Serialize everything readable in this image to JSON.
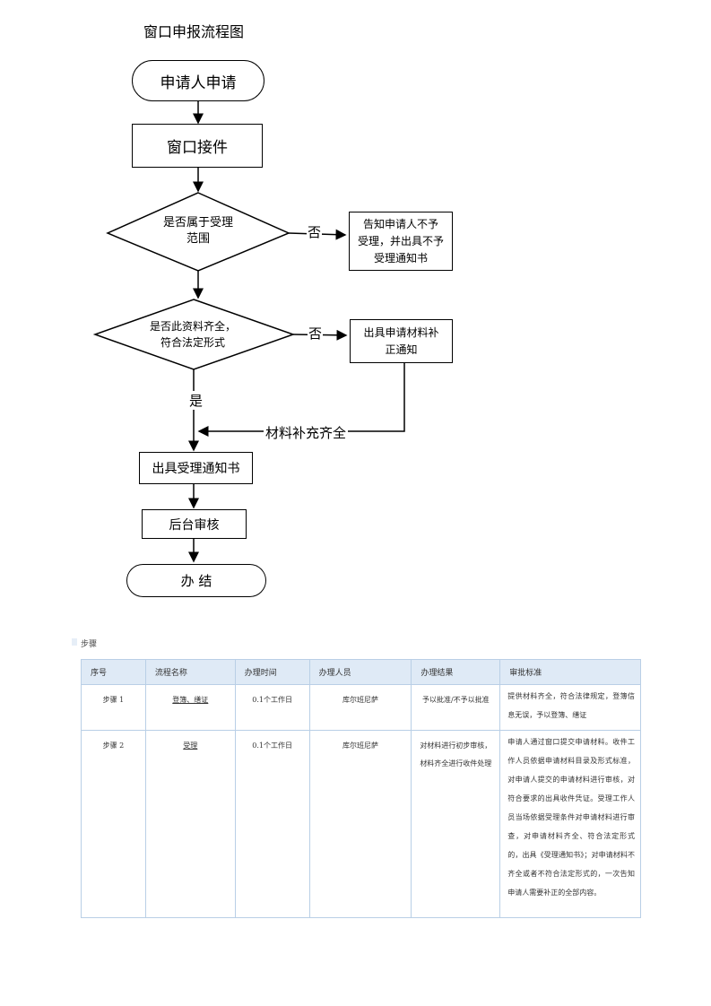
{
  "title": "窗口申报流程图",
  "flowchart": {
    "start": "申请人申请",
    "step_receive": "窗口接件",
    "decision1": {
      "line1": "是否属于受理",
      "line2": "范围"
    },
    "no1_label": "否",
    "reject_box": {
      "line1": "告知申请人不予",
      "line2": "受理，并出具不予",
      "line3": "受理通知书"
    },
    "decision2": {
      "line1": "是否此资料齐全，",
      "line2": "符合法定形式"
    },
    "no2_label": "否",
    "supplement_box": {
      "line1": "出具申请材料补",
      "line2": "正通知"
    },
    "yes_label": "是",
    "supplement_return": "材料补充齐全",
    "issue_notice": "出具受理通知书",
    "backend_review": "后台审核",
    "end": "办 结"
  },
  "section_title": "步骤",
  "table": {
    "headers": [
      "序号",
      "流程名称",
      "办理时间",
      "办理人员",
      "办理结果",
      "审批标准"
    ],
    "rows": [
      {
        "seq": "步骤 1",
        "name": "登簿、缮证",
        "time": "0.1个工作日",
        "person": "库尔班尼萨",
        "result": "予以批准/不予以批准",
        "standard": "提供材料齐全，符合法律规定，登簿信息无误，予以登簿、缮证"
      },
      {
        "seq": "步骤 2",
        "name": "受理",
        "time": "0.1个工作日",
        "person": "库尔班尼萨",
        "result": "对材料进行初步审核，材料齐全进行收件处理",
        "standard": "申请人通过窗口提交申请材料。收件工作人员依据申请材料目录及形式标准，对申请人提交的申请材料进行审核，对符合要求的出具收件凭证。受理工作人员当场依据受理条件对申请材料进行审查，对申请材料齐全、符合法定形式的，出具《受理通知书》；对申请材料不齐全或者不符合法定形式的，一次告知申请人需要补正的全部内容。"
      }
    ]
  }
}
